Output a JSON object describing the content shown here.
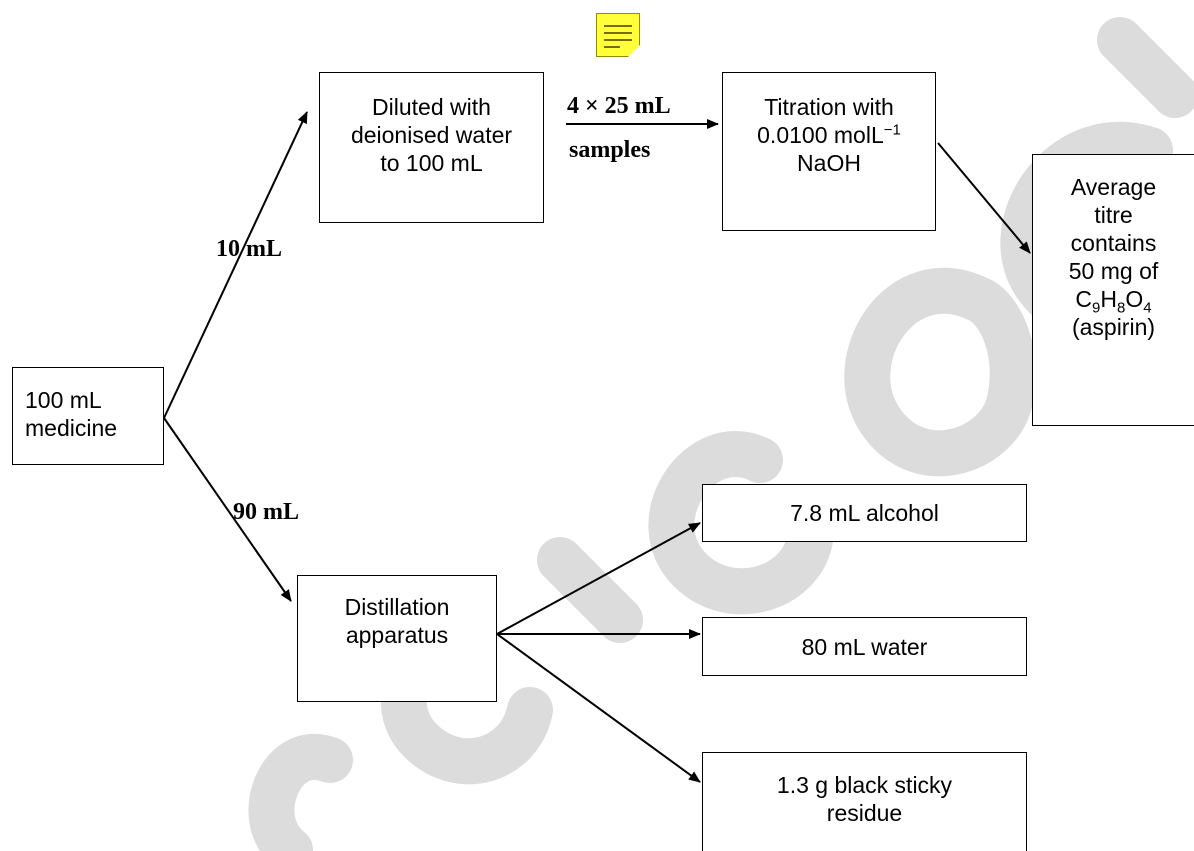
{
  "start": {
    "line1": "100 mL",
    "line2": "medicine"
  },
  "branch_top_label": "10 mL",
  "branch_bottom_label": "90 mL",
  "diluted": {
    "line1": "Diluted with",
    "line2": "deionised water",
    "line3": "to 100 mL"
  },
  "samples_label": {
    "line1": "4 × 25 mL",
    "line2": "samples"
  },
  "titration": {
    "line1": "Titration with",
    "line2_value": "0.0100 molL",
    "line2_sup": "−1",
    "line3": "NaOH"
  },
  "result": {
    "line1": "Average",
    "line2": "titre",
    "line3": "contains",
    "line4": "50 mg of",
    "formula": {
      "c": "C",
      "c_n": "9",
      "h": "H",
      "h_n": "8",
      "o": "O",
      "o_n": "4"
    },
    "line6": "(aspirin)"
  },
  "distillation": {
    "line1": "Distillation",
    "line2": "apparatus"
  },
  "outputs": {
    "alcohol": "7.8 mL alcohol",
    "water": "80 mL water",
    "residue_line1": "1.3 g black sticky",
    "residue_line2": "residue"
  },
  "note_icon": "sticky-note-icon",
  "colors": {
    "note_fill": "#ffff3a",
    "watermark": "#d9d9d9"
  }
}
